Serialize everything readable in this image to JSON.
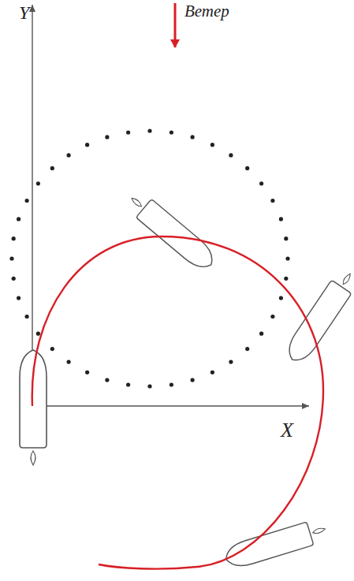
{
  "diagram": {
    "labels": [
      "Y",
      "X",
      "Ветер"
    ]
  }
}
